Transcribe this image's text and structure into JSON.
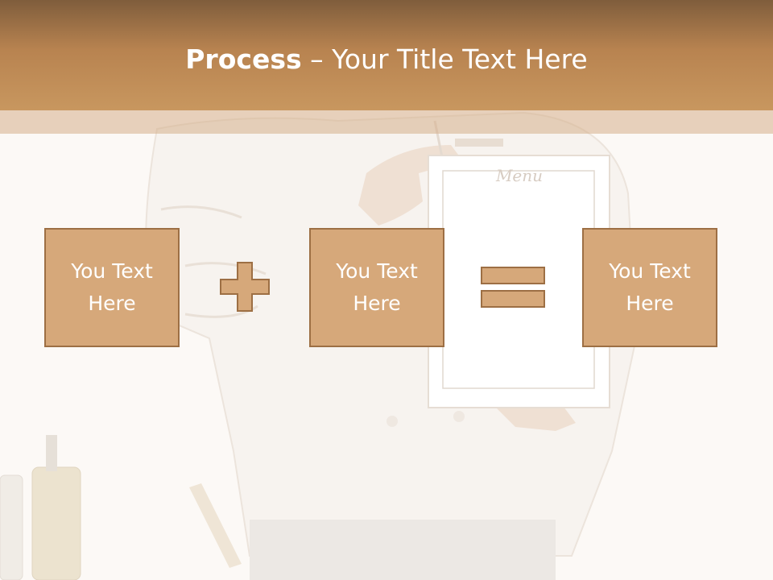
{
  "slide": {
    "title_bold": "Process",
    "title_rest": " – Your Title Text Here"
  },
  "boxes": [
    {
      "text": "You Text Here"
    },
    {
      "text": "You Text Here"
    },
    {
      "text": "You Text Here"
    }
  ],
  "menu_card_text": "Menu",
  "colors": {
    "title_bar": "#b88350",
    "box_fill": "#d6a87a",
    "box_border": "#9d6f44",
    "background": "#fcf9f6"
  },
  "icons": [
    "plus-icon",
    "equals-icon"
  ]
}
